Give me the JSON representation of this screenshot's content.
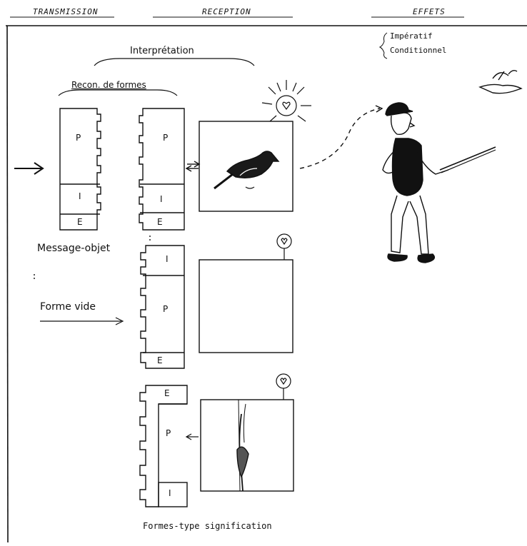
{
  "headers": {
    "transmission": "TRANSMISSION",
    "reception": "RECEPTION",
    "effets": "EFFETS"
  },
  "effects": {
    "imperatif": "Impératif",
    "conditionnel": "Conditionnel"
  },
  "labels": {
    "interpretation": "Interprétation",
    "reconnaissance": "Recon. de formes",
    "message_objet": "Message-objet",
    "forme_vide": "Forme vide",
    "formes_type": "Formes-type  signification"
  },
  "blocks": {
    "message_objet": {
      "p": "P",
      "i": "I",
      "e": "E"
    },
    "recognized": {
      "p": "P",
      "i": "I",
      "e": "E"
    },
    "forme_vide": {
      "i": "I",
      "p": "P",
      "e": "E"
    },
    "formes_type": {
      "e": "E",
      "p": "P",
      "i": "I"
    }
  }
}
